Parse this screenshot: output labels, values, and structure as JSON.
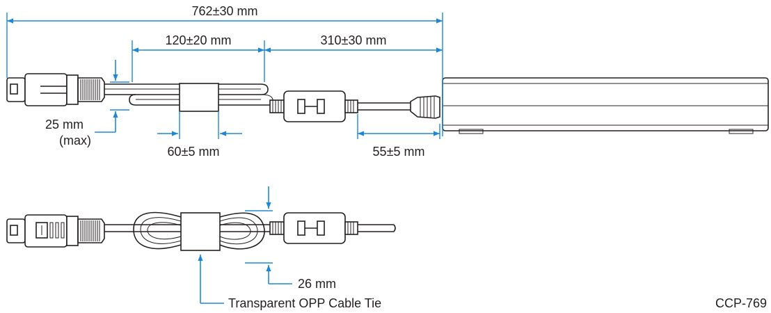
{
  "colors": {
    "dimension": "#1e88d6",
    "ink": "#231f20",
    "background": "#ffffff"
  },
  "top_view": {
    "overall_length": "762±30 mm",
    "cable_tie_zone": "120±20 mm",
    "cable_to_adapter": "310±30 mm",
    "bundle_height": "25 mm",
    "bundle_height_note": "(max)",
    "tie_width": "60±5 mm",
    "ferrite_offset": "55±5 mm"
  },
  "bottom_view": {
    "coil_height": "26 mm",
    "cable_tie_label": "Transparent OPP Cable Tie"
  },
  "part_code": "CCP-769"
}
